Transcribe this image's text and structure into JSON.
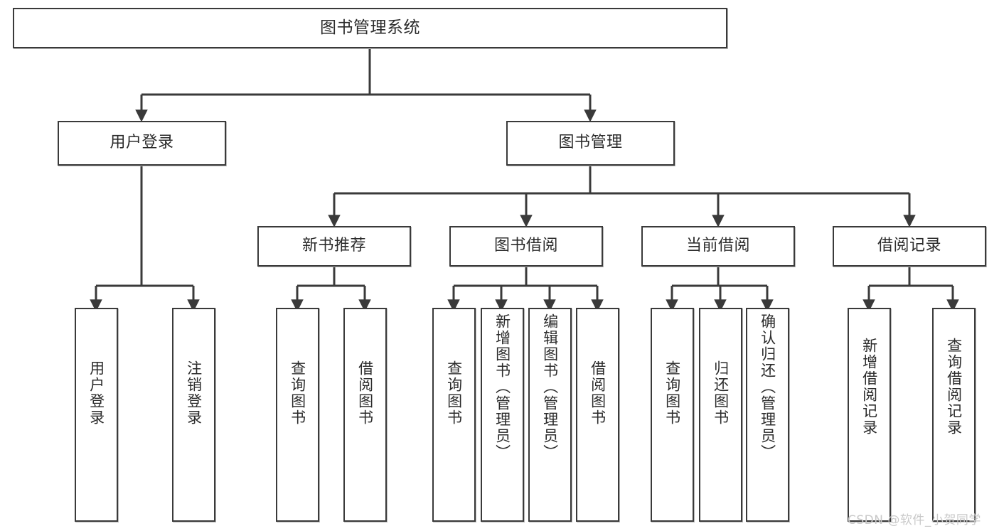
{
  "diagram": {
    "title": "图书管理系统",
    "watermark": "CSDN @软件_小贺同学",
    "style": {
      "border_color": "#3a3a3a",
      "text_color": "#2b2b2b",
      "background": "#ffffff",
      "watermark_color": "#c9c9c9"
    },
    "root": {
      "label": "图书管理系统"
    },
    "level1": [
      {
        "id": "user-login",
        "label": "用户登录"
      },
      {
        "id": "book-management",
        "label": "图书管理"
      }
    ],
    "level2": [
      {
        "id": "new-book-recommend",
        "label": "新书推荐",
        "parent": "book-management"
      },
      {
        "id": "book-borrow",
        "label": "图书借阅",
        "parent": "book-management"
      },
      {
        "id": "current-borrow",
        "label": "当前借阅",
        "parent": "book-management"
      },
      {
        "id": "borrow-record",
        "label": "借阅记录",
        "parent": "book-management"
      }
    ],
    "leaves": {
      "user-login": [
        {
          "id": "leaf-user-login",
          "label": "用户登录"
        },
        {
          "id": "leaf-logout-login",
          "label": "注销登录"
        }
      ],
      "new-book-recommend": [
        {
          "id": "leaf-query-book-1",
          "label": "查询图书"
        },
        {
          "id": "leaf-borrow-book-1",
          "label": "借阅图书"
        }
      ],
      "book-borrow": [
        {
          "id": "leaf-query-book-2",
          "label": "查询图书"
        },
        {
          "id": "leaf-add-book",
          "label": "新增图书（管理员）"
        },
        {
          "id": "leaf-edit-book",
          "label": "编辑图书（管理员）"
        },
        {
          "id": "leaf-borrow-book-2",
          "label": "借阅图书"
        }
      ],
      "current-borrow": [
        {
          "id": "leaf-query-book-3",
          "label": "查询图书"
        },
        {
          "id": "leaf-return-book",
          "label": "归还图书"
        },
        {
          "id": "leaf-confirm-return",
          "label": "确认归还（管理员）"
        }
      ],
      "borrow-record": [
        {
          "id": "leaf-add-record",
          "label": "新增借阅记录"
        },
        {
          "id": "leaf-query-record",
          "label": "查询借阅记录"
        }
      ]
    }
  }
}
